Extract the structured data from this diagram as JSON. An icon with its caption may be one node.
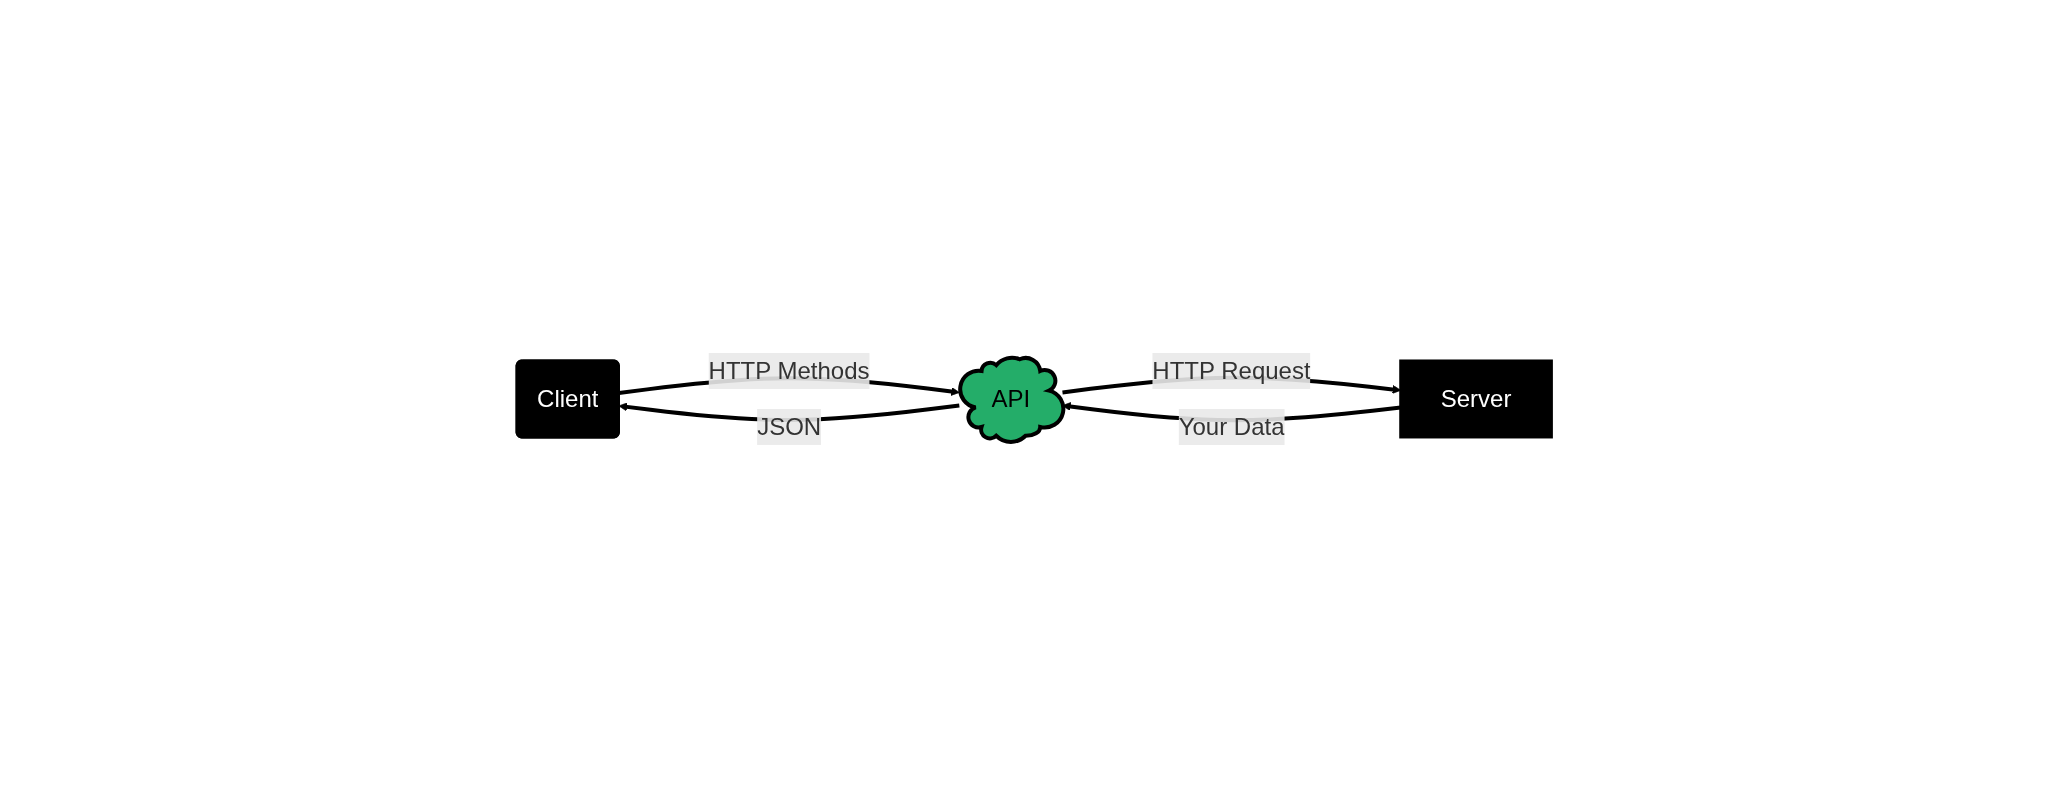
{
  "diagram": {
    "nodes": [
      {
        "text": [
          "Client"
        ]
      },
      {
        "text": [
          "API"
        ]
      },
      {
        "text": [
          "Server"
        ]
      }
    ],
    "edges": [
      {
        "from": 0,
        "to": 1,
        "arrow": "to",
        "label": "HTTP Methods"
      },
      {
        "from": 1,
        "to": 0,
        "arrow": "to",
        "label": "JSON"
      },
      {
        "from": 1,
        "to": 2,
        "arrow": "to",
        "label": "HTTP Request"
      },
      {
        "from": 2,
        "to": 1,
        "arrow": "to",
        "label": "Your Data"
      }
    ]
  }
}
